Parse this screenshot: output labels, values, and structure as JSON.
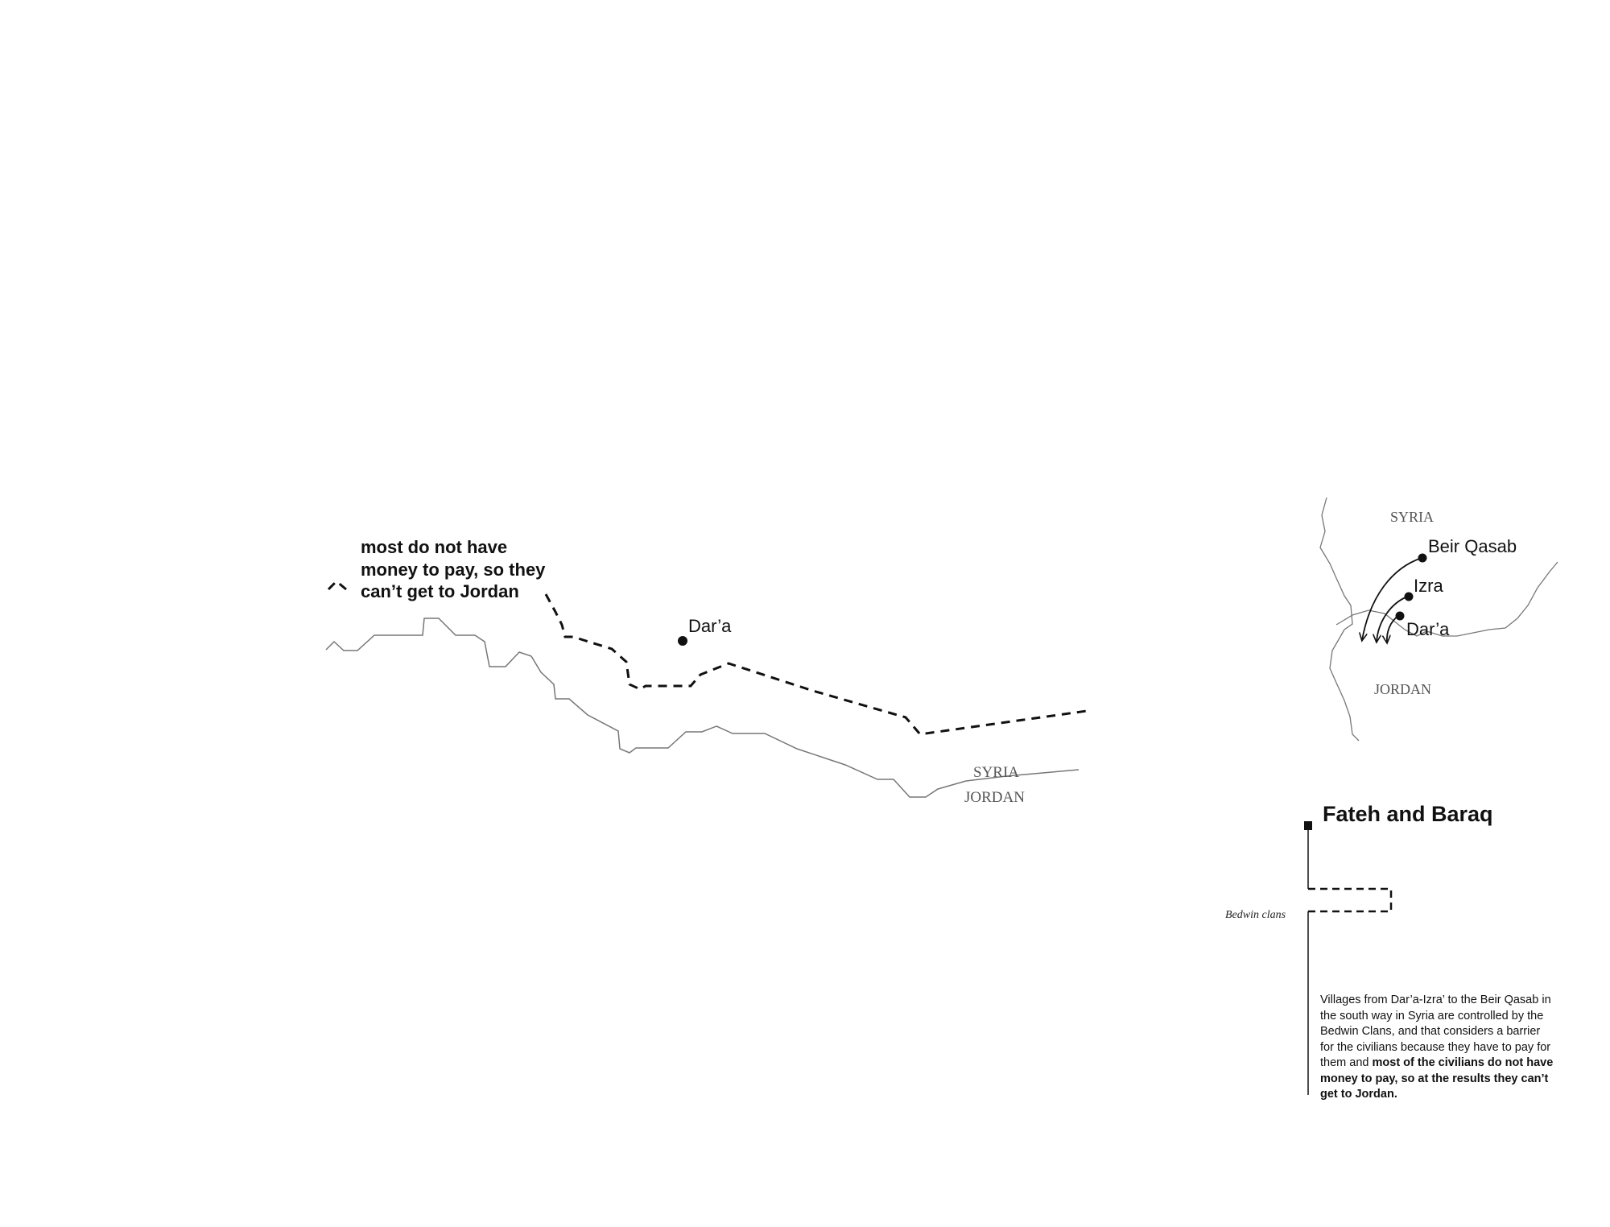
{
  "main_map": {
    "annotation_lines": [
      "most do not have",
      "money to pay, so they",
      "can’t get to Jordan"
    ],
    "city_label": "Dar’a",
    "border_label_top": "SYRIA",
    "border_label_bottom": "JORDAN"
  },
  "inset_map": {
    "country_top": "SYRIA",
    "country_bottom": "JORDAN",
    "places": [
      "Beir Qasab",
      "Izra",
      "Dar’a"
    ]
  },
  "legend": {
    "title": "Fateh and Baraq",
    "side_label": "Bedwin clans",
    "description_regular": "Villages from Dar’a-Izra’ to the Beir Qasab in the south way in Syria are controlled by the Bedwin Clans, and that considers a barrier for the civilians because they have to pay for them and ",
    "description_bold": "most of the civilians do not have money to pay, so at the results they can’t get to Jordan."
  },
  "colors": {
    "ink": "#111111",
    "border_line": "#777777",
    "background": "#ffffff"
  }
}
